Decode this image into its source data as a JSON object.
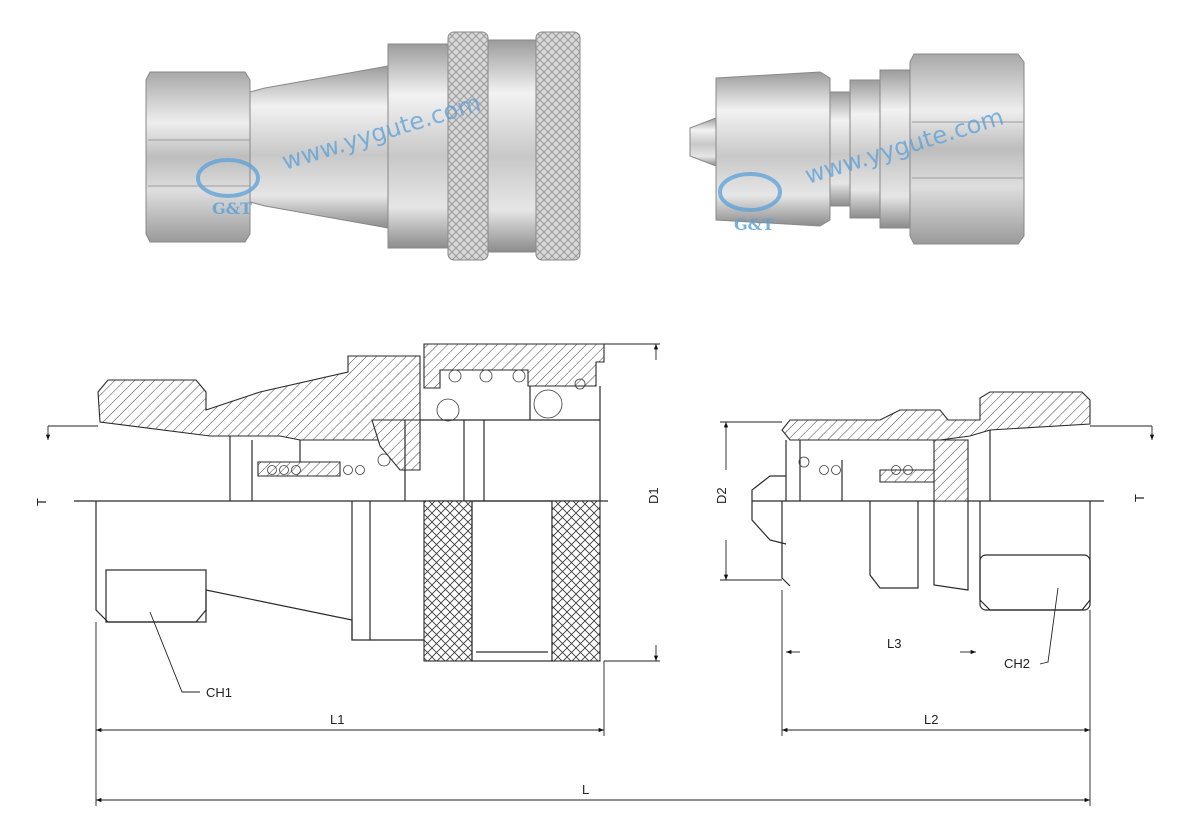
{
  "watermark": {
    "website": "www.yygute.com",
    "logo_text": "G&T"
  },
  "dimensions": {
    "thread_left": "T",
    "thread_right": "T",
    "diameter_coupler": "D1",
    "diameter_plug": "D2",
    "hex_coupler": "CH1",
    "hex_plug": "CH2",
    "length_coupler": "L1",
    "length_plug": "L2",
    "length_plug_insert": "L3",
    "length_total": "L"
  },
  "colors": {
    "watermark_blue": "#5aa0d8",
    "steel_light": "#e4e4e4",
    "steel_dark": "#8a8a8a"
  }
}
